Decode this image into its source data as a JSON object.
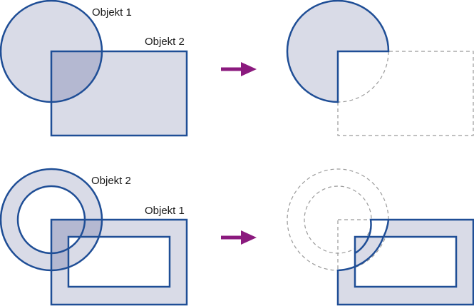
{
  "labels": {
    "top_left_object1": "Objekt 1",
    "top_left_object2": "Objekt 2",
    "bottom_left_object2": "Objekt 2",
    "bottom_left_object1": "Objekt 1"
  },
  "colors": {
    "outline": "#1f4e96",
    "fill": "#d9dbe7",
    "overlap_fill": "#b4b8d1",
    "arrow": "#8b1a7e",
    "dashed": "#9a9a9a"
  },
  "icons": {
    "arrow": "right-arrow-icon"
  }
}
